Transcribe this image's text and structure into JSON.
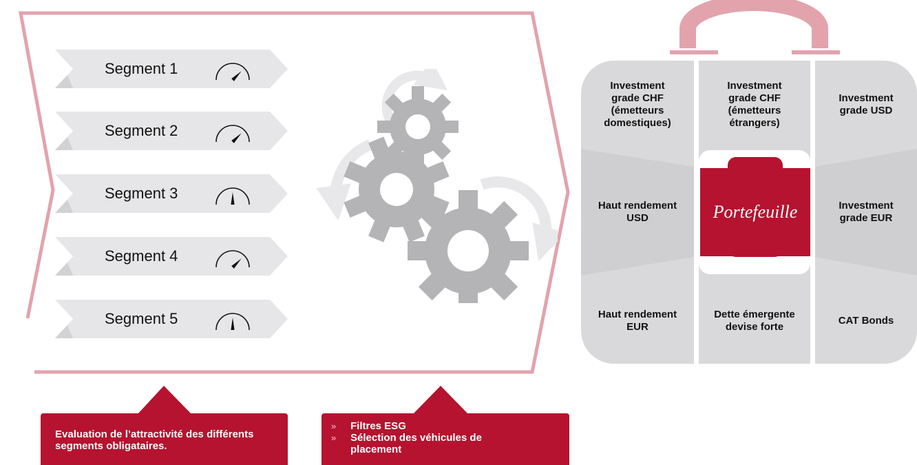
{
  "segments": [
    {
      "label": "Segment 1",
      "gauge_level": 0.75
    },
    {
      "label": "Segment 2",
      "gauge_level": 0.75
    },
    {
      "label": "Segment 3",
      "gauge_level": 0.5
    },
    {
      "label": "Segment 4",
      "gauge_level": 0.75
    },
    {
      "label": "Segment 5",
      "gauge_level": 0.5
    }
  ],
  "portfolio": {
    "center_label": "Portefeuille",
    "cells": [
      {
        "label": "Investment\ngrade CHF\n(émetteurs\ndomestiques)"
      },
      {
        "label": "Investment\ngrade CHF\n(émetteurs\nétrangers)"
      },
      {
        "label": "Investment\ngrade USD"
      },
      {
        "label": "Haut rendement\nUSD"
      },
      {
        "label": "Investment\ngrade EUR"
      },
      {
        "label": "Haut rendement\nEUR"
      },
      {
        "label": "Dette émergente\ndevise forte"
      },
      {
        "label": "CAT Bonds"
      }
    ]
  },
  "callouts": {
    "left": {
      "text": "Evaluation de l’attractivité des différents segments obligataires."
    },
    "right": {
      "bullets": [
        "Filtres ESG",
        "Sélection des véhicules de placement"
      ]
    }
  },
  "colors": {
    "brand_red": "#b5132f",
    "frame_pink": "#e2a3ad",
    "segment_gray": "#e6e6e8",
    "gear_gray": "#b4b4b6",
    "cell_gray": "#d9d9db"
  },
  "icons": [
    "gauge-icon",
    "gear-icon",
    "circular-arrow-icon",
    "bullet-icon"
  ]
}
